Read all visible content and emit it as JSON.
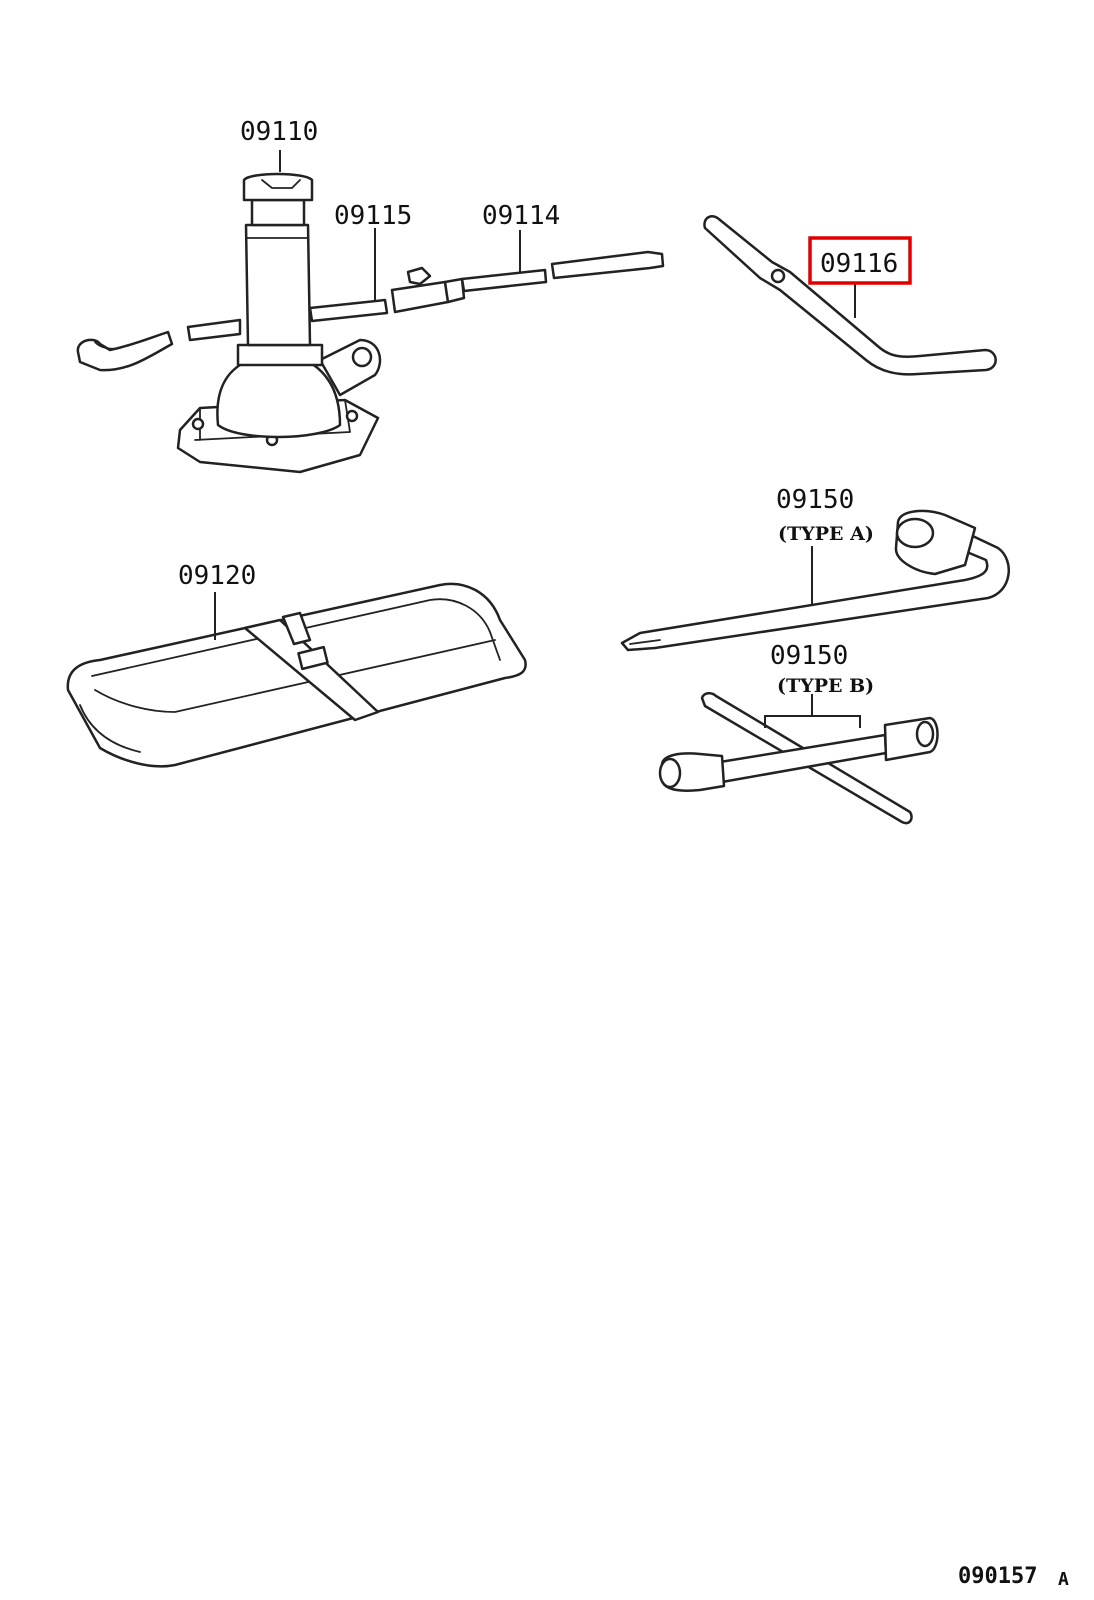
{
  "parts": {
    "jack": "09110",
    "jack_handle_extension": "09115",
    "jack_handle_rod": "09114",
    "jack_handle": "09116",
    "tool_bag": "09120",
    "wrench_a": {
      "number": "09150",
      "type": "(TYPE A)"
    },
    "wrench_b": {
      "number": "09150",
      "type": "(TYPE B)"
    }
  },
  "reference_code": "090157",
  "reference_suffix": "A",
  "colors": {
    "line": "#222222",
    "highlight": "#e00000",
    "background": "#ffffff"
  }
}
